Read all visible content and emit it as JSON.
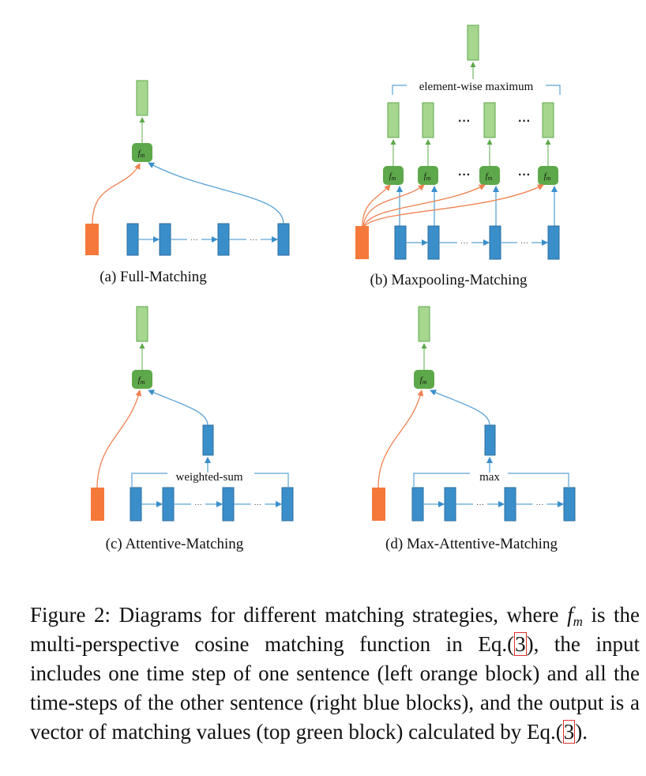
{
  "panels": {
    "a": {
      "caption": "(a) Full-Matching"
    },
    "b": {
      "caption": "(b) Maxpooling-Matching",
      "bracket_label": "element-wise maximum"
    },
    "c": {
      "caption": "(c) Attentive-Matching",
      "bracket_label": "weighted-sum"
    },
    "d": {
      "caption": "(d) Max-Attentive-Matching",
      "bracket_label": "max"
    }
  },
  "node_labels": {
    "fm": "f",
    "fm_sub": "m"
  },
  "ellipsis": "···",
  "caption": {
    "seg1": "Figure 2: Diagrams for different matching strategies, where ",
    "fm": "f",
    "fm_sub": "m",
    "seg2": " is the multi-perspective cosine matching function in Eq.(",
    "ref1": "3",
    "seg3": "), the input includes one time step of one sentence (left orange block) and all the time-steps of the other sentence (right blue blocks), and the output is a vector of matching values (top green block) calculated by Eq.(",
    "ref2": "3",
    "seg4": ")."
  },
  "colors": {
    "orange": "#F5793A",
    "blue": "#3A8FCB",
    "blue_dark": "#2A6E9E",
    "green_light": "#A7D68F",
    "green_dark": "#5DA84A",
    "orange_line": "#F08050",
    "blue_line": "#5BA3D6"
  }
}
